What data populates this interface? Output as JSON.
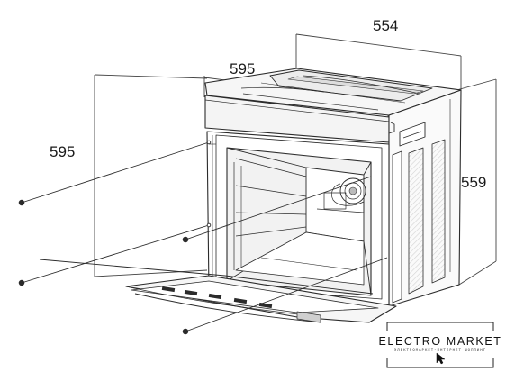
{
  "dimensions": {
    "width_top": "554",
    "width_front": "595",
    "height_left": "595",
    "depth_right": "559"
  },
  "logo": {
    "brand": "ELECTRO MARKET",
    "tagline": "ЭЛЕКТРОМАРКЕТ-ИНТЕРНЕТ ШОППИНГ"
  },
  "colors": {
    "line": "#2b2b2b",
    "dim_line": "#444444",
    "panel_fill": "#f4f4f4",
    "hatch": "#cfcfcf"
  },
  "icons": {
    "cursor": "cursor-arrow-icon",
    "screw": "screw-icon"
  }
}
